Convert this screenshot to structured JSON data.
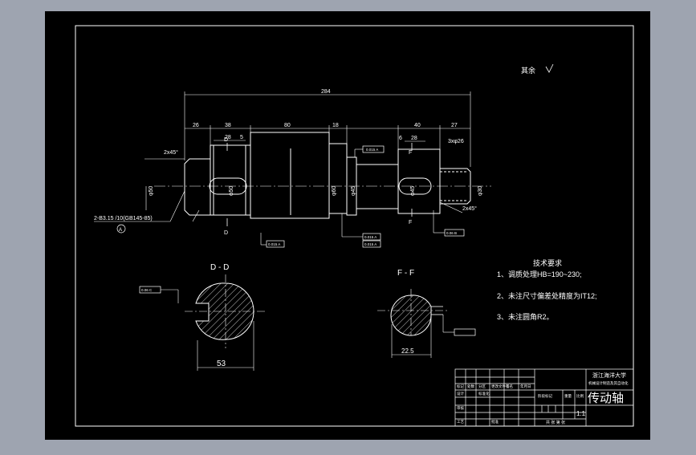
{
  "roughness_note": "其余",
  "dimensions": {
    "overall": "284",
    "d26": "26",
    "d38": "38",
    "d80": "80",
    "d18": "18",
    "d40": "40",
    "d27": "27",
    "d28a": "28",
    "d28b": "28",
    "d5": "5",
    "d6": "6",
    "chamfer_left": "2x45°",
    "chamfer_right": "2x45°",
    "thread_right": "3xφ26",
    "dia_left": "φ50",
    "dia_key_left": "φ50",
    "dia_mid": "φ60",
    "dia_bear": "φ45",
    "dia_key_right": "φ45",
    "dia_right": "φ30",
    "center_hole": "2-B3.15 /10(GB145-85)",
    "sec_d_width": "53",
    "sec_f_width": "22.5"
  },
  "sections": {
    "dd_label": "D - D",
    "ff_label": "F - F",
    "cut_d": "D",
    "cut_f": "F"
  },
  "tolerances": {
    "t1": "0.015 A",
    "t2": "0.015 A",
    "t3": "0.015 A",
    "t4": "0.015 A",
    "t5": "0.06 B",
    "t6": "0.06 C"
  },
  "datums": {
    "a": "A"
  },
  "tech_req": {
    "title": "技术要求",
    "item1": "1、调质处理HB=190~230;",
    "item2": "2、未注尺寸偏差处精度为IT12;",
    "item3": "3、未注圆角R2。"
  },
  "title_block": {
    "school": "浙江海洋大学",
    "class": "机械设计制造及其自动化",
    "part_name": "传动轴",
    "scale": "1:1",
    "label_design": "设计",
    "label_check": "审核",
    "label_process": "工艺",
    "label_approve": "批准",
    "label_std": "标准化",
    "label_mark": "标记",
    "label_qty": "处数",
    "label_zone": "分区",
    "label_doc": "更改文件号",
    "label_sign": "签名",
    "label_date": "年月日",
    "label_stage": "阶段标记",
    "label_weight": "重量",
    "label_ratio": "比例",
    "label_sheet": "共  张  第  张"
  }
}
